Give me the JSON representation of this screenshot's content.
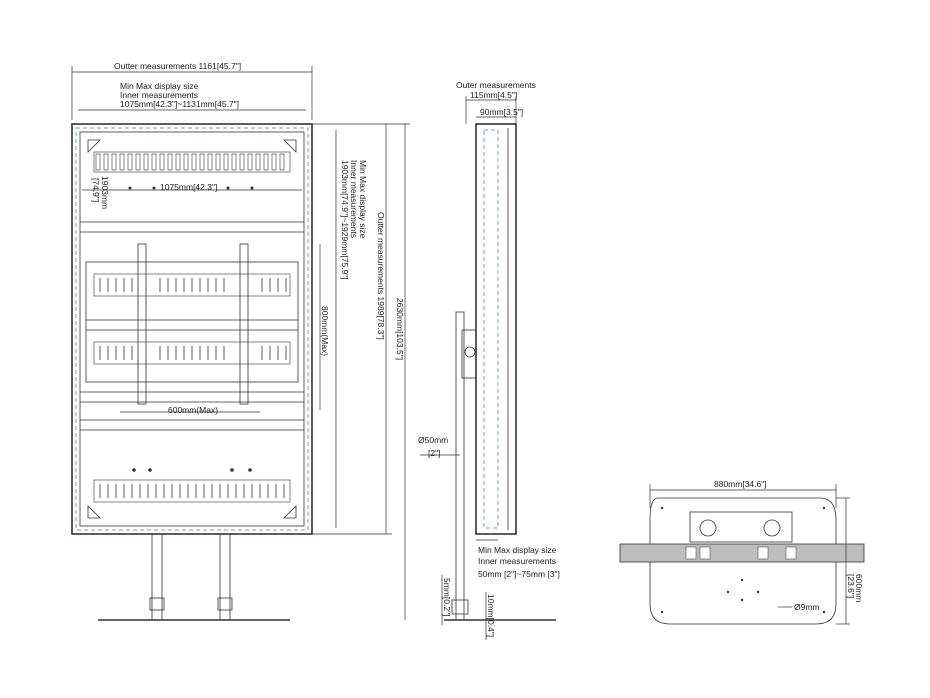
{
  "front_view": {
    "outer_width": "Outter measurements 1161[45.7\"]",
    "inner_title": "Min Max display size",
    "inner_subtitle": "Inner measurements",
    "inner_width_range": "1075mm[42.3\"]~1131mm[45.7\"]",
    "inner_width": "1075mm[42.3\"]",
    "inner_height_mm": "1903mm",
    "inner_height_in": "[74.9\"]",
    "vertical_title": "Min Max display size",
    "vertical_subtitle": "Inner measurements",
    "vertical_range": "1903mm[74.9\"]~1929mm[75.9\"]",
    "outer_height": "Outter measurements 1989[78.3\"]",
    "total_height": "2630mm[103.5\"]",
    "vesa_height": "800mm(Max)",
    "vesa_width": "600mm(Max)"
  },
  "side_view": {
    "title": "Outer measurements",
    "depth_outer": "115mm[4.5\"]",
    "depth_inner": "90mm[3.5\"]",
    "pole_diameter": "Ø50mm",
    "pole_diameter_in": "[2\"]",
    "display_title": "Min Max display size",
    "display_subtitle": "Inner measurements",
    "display_range": "50mm [2\"]~75mm [3\"]",
    "base_gap": "5mm[0.2\"]",
    "base_thickness": "10mm[0.4\"]"
  },
  "base_view": {
    "width": "880mm[34.6\"]",
    "depth": "600mm",
    "depth_in": "[23.6\"]",
    "hole": "Ø9mm"
  },
  "colors": {
    "line": "#333333",
    "dashed_outline": "#5aa9d6"
  }
}
